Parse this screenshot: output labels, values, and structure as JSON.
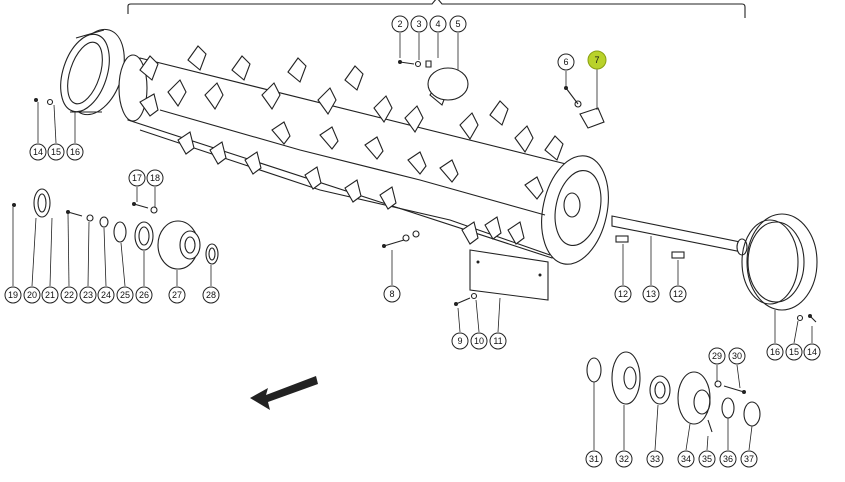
{
  "diagram": {
    "highlight_color": "#b9d22a",
    "callouts": {
      "c2": "2",
      "c3": "3",
      "c4": "4",
      "c5": "5",
      "c6": "6",
      "c7": "7",
      "c8": "8",
      "c9": "9",
      "c10": "10",
      "c11": "11",
      "c12a": "12",
      "c12b": "12",
      "c13": "13",
      "c14a": "14",
      "c14b": "14",
      "c15a": "15",
      "c15b": "15",
      "c16a": "16",
      "c16b": "16",
      "c17": "17",
      "c18": "18",
      "c19": "19",
      "c20": "20",
      "c21": "21",
      "c22": "22",
      "c23": "23",
      "c24": "24",
      "c25": "25",
      "c26": "26",
      "c27": "27",
      "c28": "28",
      "c29": "29",
      "c30": "30",
      "c31": "31",
      "c32": "32",
      "c33": "33",
      "c34": "34",
      "c35": "35",
      "c36": "36",
      "c37": "37"
    },
    "highlighted_callout": "7"
  }
}
